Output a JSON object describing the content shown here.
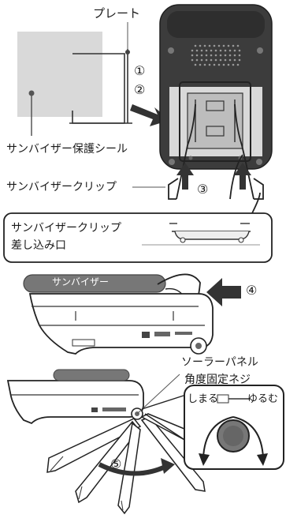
{
  "labels": {
    "plate": "プレート",
    "sunvisor_protect_seal": "サンバイザー保護シール",
    "sunvisor_clip": "サンバイザークリップ",
    "clip_slot_line1": "サンバイザークリップ",
    "clip_slot_line2": "差し込み口",
    "sunvisor": "サンバイザー",
    "solar_panel_line1": "ソーラーパネル",
    "solar_panel_line2": "角度固定ネジ",
    "tighten": "しまる",
    "loosen": "ゆるむ"
  },
  "steps": {
    "s1": "①",
    "s2": "②",
    "s3": "③",
    "s4": "④",
    "s5": "⑤"
  }
}
